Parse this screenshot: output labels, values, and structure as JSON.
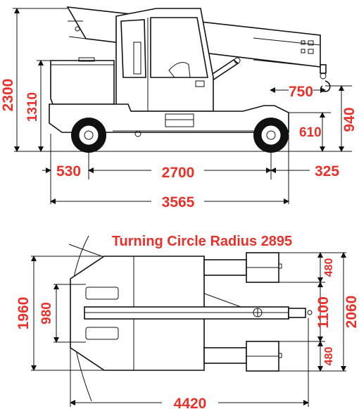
{
  "side_view": {
    "height_total": "2300",
    "height_body": "1310",
    "hook_offset": "750",
    "hook_height": "940",
    "axle_height": "610",
    "front_overhang": "530",
    "wheelbase": "2700",
    "rear_overhang": "325",
    "length_total": "3565"
  },
  "top_view": {
    "title": "Turning Circle Radius 2895",
    "width_total": "1960",
    "width_inner": "980",
    "outrigger_pad_top": "480",
    "outrigger_spread": "1100",
    "outrigger_total": "2060",
    "outrigger_pad_bottom": "480",
    "length_total": "4420"
  },
  "colors": {
    "dimension_text": "#e8312b",
    "line": "#111111"
  }
}
